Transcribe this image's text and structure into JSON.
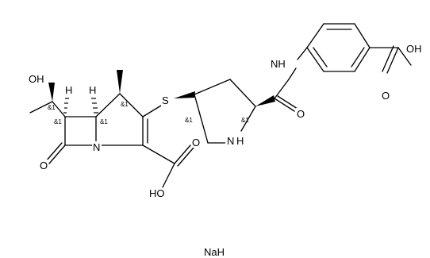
{
  "molecule": {
    "labels": {
      "hydroxyl": "OH",
      "h_c6": "H",
      "h_c5": "H",
      "carbonyl_o_lactam": "O",
      "ring_n": "N",
      "sulfur": "S",
      "carboxyl_o_top": "O",
      "carboxyl_oh_bottom": "HO",
      "pyrrolidine_nh": "N",
      "pyrrolidine_h": "H",
      "amide_nh": "NH",
      "amide_o": "O",
      "benzoic_oh": "OH",
      "benzoic_o": "O",
      "counterion": "NaH"
    },
    "stereo_labels": [
      "&1",
      "&1",
      "&1",
      "&1",
      "&1",
      "&1"
    ]
  }
}
